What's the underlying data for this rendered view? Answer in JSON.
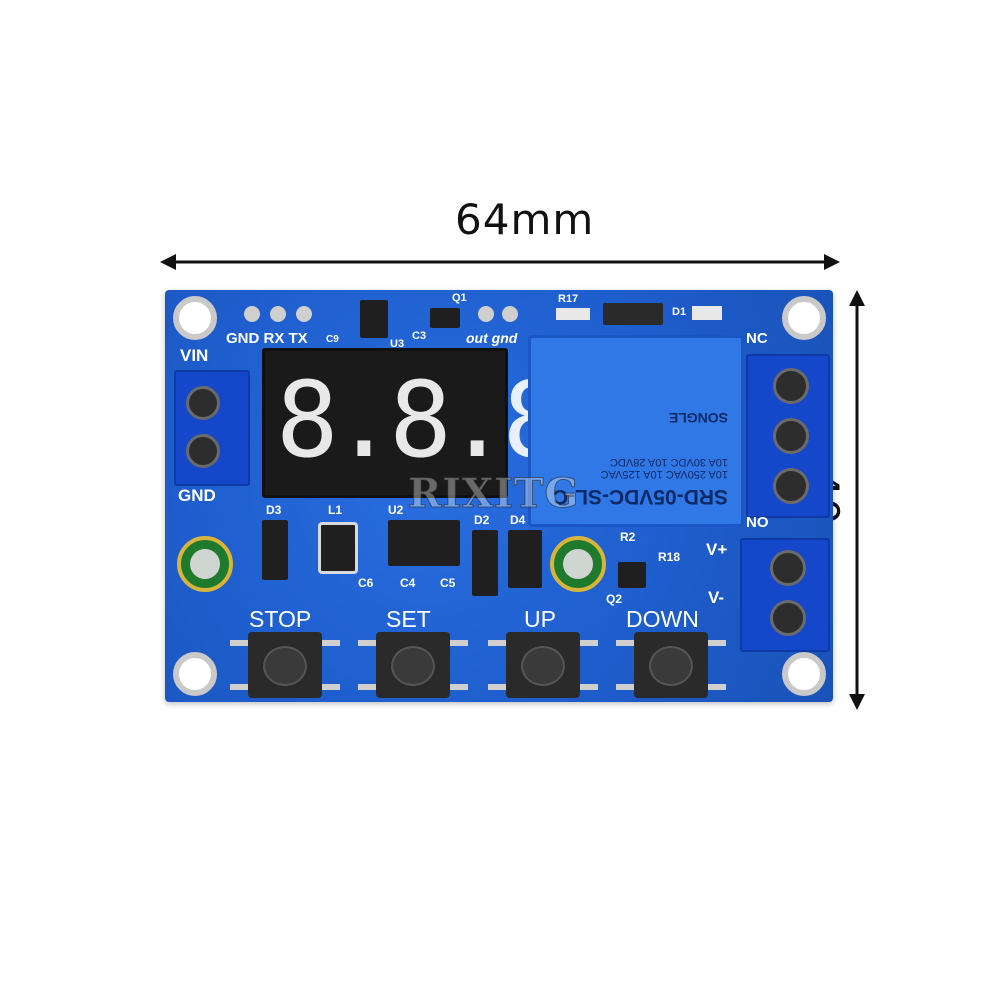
{
  "dimensions": {
    "width_label": "64mm",
    "height_label": "40mm"
  },
  "board": {
    "watermark": "RIXITG",
    "silkscreen": {
      "vin": "VIN",
      "gnd": "GND",
      "nc": "NC",
      "no": "NO",
      "vplus": "V+",
      "vminus": "V-",
      "uart": "GND RX TX",
      "out_gnd": "out gnd",
      "q1": "Q1",
      "c9": "C9",
      "u3": "U3",
      "c3": "C3",
      "r17": "R17",
      "d1": "D1",
      "d3": "D3",
      "l1": "L1",
      "u2": "U2",
      "d2": "D2",
      "d4": "D4",
      "r2": "R2",
      "r18": "R18",
      "q2": "Q2",
      "c6": "C6",
      "c4": "C4",
      "c5": "C5"
    },
    "display": {
      "digits": "8.8.8"
    },
    "relay": {
      "model": "SRD-05VDC-SL-C",
      "rating1": "10A 250VAC 10A 125VAC",
      "rating2": "10A 30VDC 10A 28VDC",
      "brand": "SONGLE"
    },
    "buttons": {
      "stop": "STOP",
      "set": "SET",
      "up": "UP",
      "down": "DOWN"
    },
    "colors": {
      "pcb": "#1d5fd0",
      "terminal": "#1447c9",
      "display_segment": "#ffffff"
    }
  }
}
